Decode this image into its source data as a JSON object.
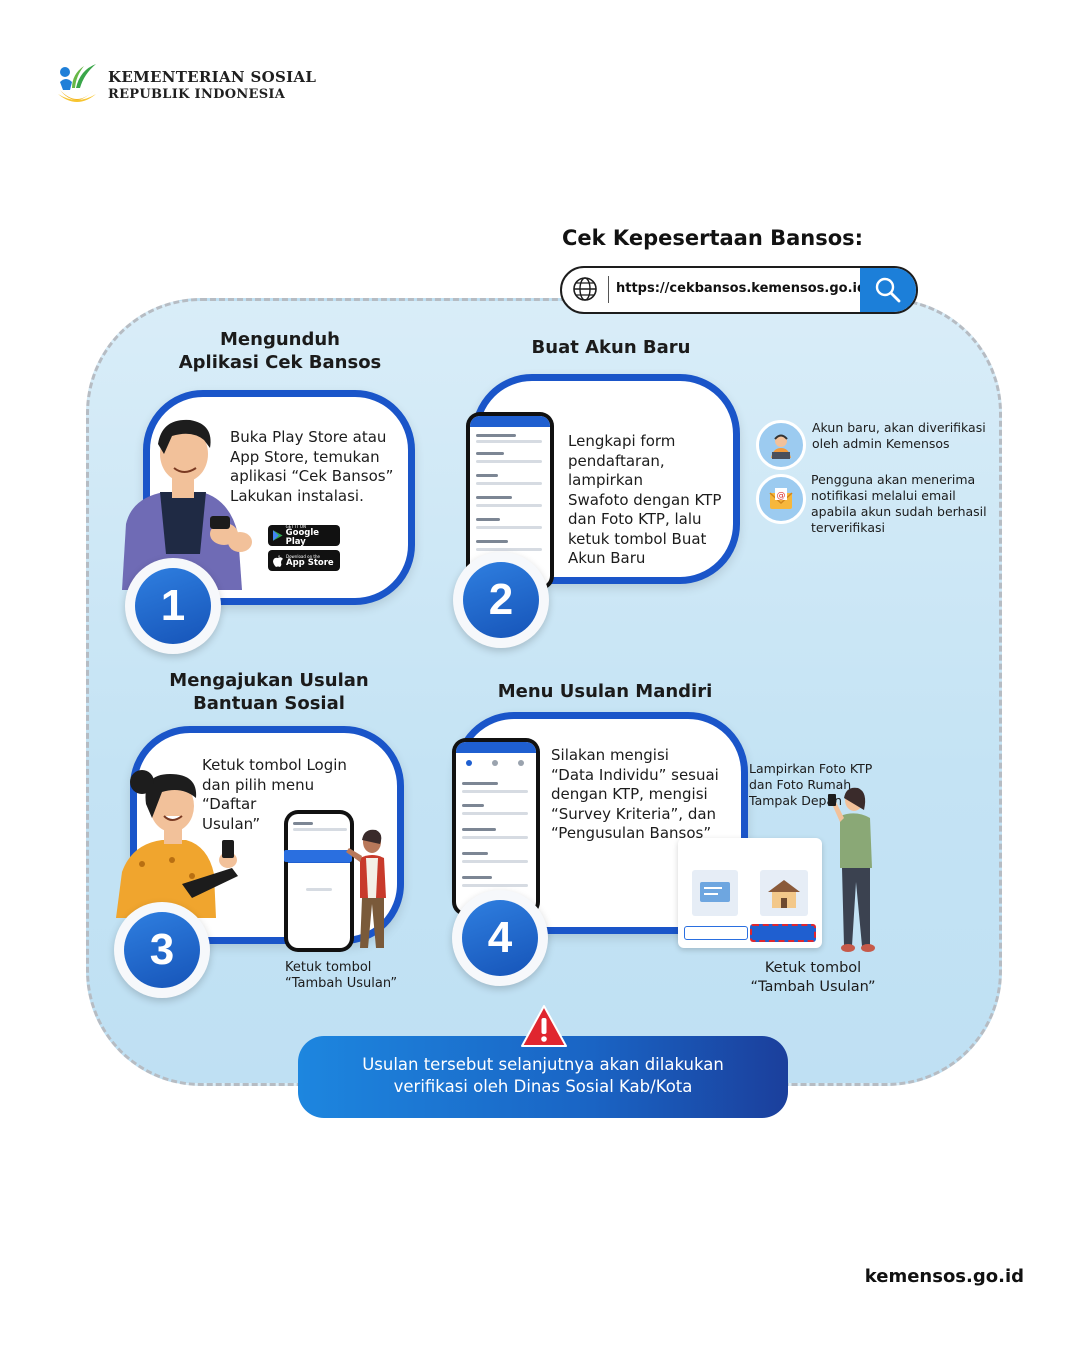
{
  "header": {
    "org_line1": "KEMENTERIAN SOSIAL",
    "org_line2": "REPUBLIK INDONESIA"
  },
  "check": {
    "title": "Cek Kepesertaan Bansos:",
    "url": "https://cekbansos.kemensos.go.id/"
  },
  "steps": [
    {
      "number": "1",
      "title_line1": "Mengunduh",
      "title_line2": "Aplikasi Cek Bansos",
      "text": [
        "Buka Play Store atau",
        "App Store, temukan",
        "aplikasi “Cek Bansos”",
        "Lakukan instalasi."
      ],
      "badges": [
        {
          "small": "GET IT ON",
          "big": "Google Play"
        },
        {
          "small": "Download on the",
          "big": "App Store"
        }
      ]
    },
    {
      "number": "2",
      "title_line1": "Buat Akun Baru",
      "text": [
        "Lengkapi form",
        "pendaftaran, lampirkan",
        "Swafoto dengan KTP",
        "dan Foto KTP, lalu",
        "ketuk tombol Buat",
        "Akun Baru"
      ]
    },
    {
      "number": "3",
      "title_line1": "Mengajukan Usulan",
      "title_line2": "Bantuan Sosial",
      "text": [
        "Ketuk tombol Login",
        "dan pilih menu “Daftar",
        "Usulan”"
      ],
      "caption": [
        "Ketuk tombol",
        "“Tambah Usulan”"
      ]
    },
    {
      "number": "4",
      "title_line1": "Menu Usulan Mandiri",
      "text": [
        "Silakan mengisi",
        "“Data Individu” sesuai",
        "dengan KTP, mengisi",
        "“Survey Kriteria”, dan",
        "“Pengusulan Bansos”"
      ],
      "side_text": [
        "Lampirkan Foto KTP",
        "dan Foto Rumah",
        "Tampak Depan"
      ],
      "caption": [
        "Ketuk tombol",
        "“Tambah Usulan”"
      ]
    }
  ],
  "notes": [
    {
      "icon": "admin-verifier-icon",
      "lines": [
        "Akun baru, akan diverifikasi",
        "oleh admin Kemensos"
      ]
    },
    {
      "icon": "email-notification-icon",
      "lines": [
        "Pengguna akan menerima",
        "notifikasi melalui email",
        "apabila akun sudah berhasil",
        "terverifikasi"
      ]
    }
  ],
  "alert": {
    "line1": "Usulan tersebut selanjutnya akan dilakukan",
    "line2": "verifikasi oleh Dinas Sosial Kab/Kota"
  },
  "footer": {
    "domain": "kemensos.go.id"
  },
  "colors": {
    "primary": "#1a55c9",
    "accent": "#1c7fd9",
    "panel": "#c9e6f6",
    "alert_red": "#e0262f"
  }
}
